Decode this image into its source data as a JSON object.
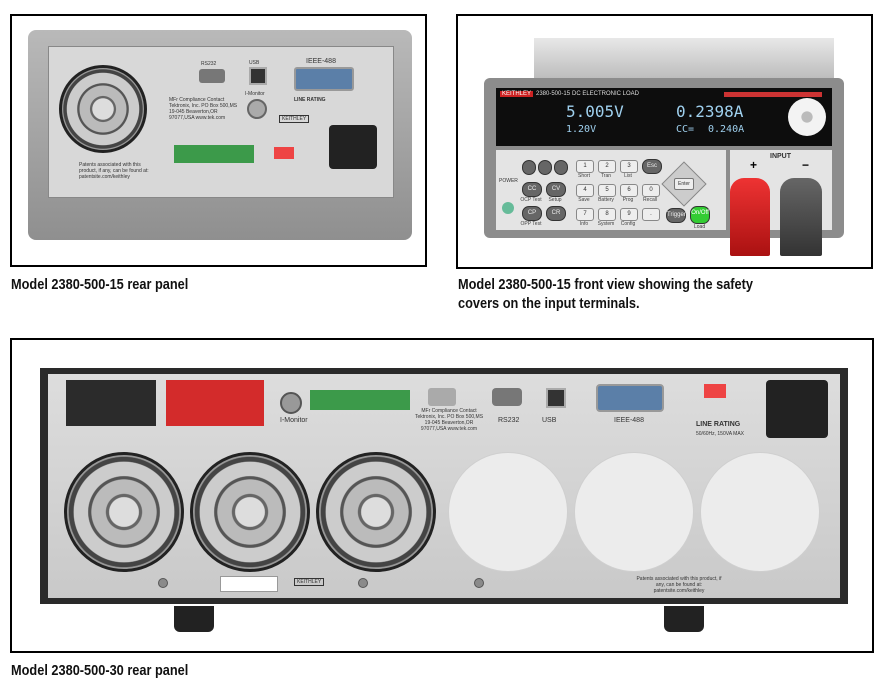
{
  "figures": [
    {
      "caption": "Model 2380-500-15 rear panel"
    },
    {
      "caption": "Model 2380-500-15 front view  showing the safety covers on the input terminals.",
      "caption_lines": [
        "Model 2380-500-15 front view  showing the safety",
        "covers on the input terminals."
      ]
    },
    {
      "caption": "Model 2380-500-30 rear panel"
    }
  ],
  "front_panel": {
    "brand": "KEITHLEY",
    "model": "2380-500-15",
    "title": "DC ELECTRONIC LOAD",
    "display": {
      "voltage": "5.005V",
      "current": "0.2398A",
      "setting_v": "1.20V",
      "mode": "CC=",
      "setting_a": "0.240A"
    },
    "input_label": "INPUT",
    "plus": "+",
    "minus": "−",
    "power_label": "POWER",
    "mode_keys": [
      "CC",
      "CV",
      "CP",
      "CR"
    ],
    "mode_sublabels": [
      "OCP Test",
      "Setup",
      "OPP Test"
    ],
    "num_keys": [
      "1",
      "2",
      "3",
      "4",
      "5",
      "6",
      "7",
      "8",
      "9",
      "0",
      "."
    ],
    "num_sublabels": [
      "Short",
      "Tran",
      "List",
      "Save",
      "Battery",
      "Prog",
      "Info",
      "System",
      "Config",
      "Recall"
    ],
    "esc": "Esc",
    "enter": "Enter",
    "trigger": "Trigger",
    "onoff": "On/Off",
    "load": "Load"
  },
  "rear_small": {
    "rs232": "RS232",
    "usb": "USB",
    "ieee": "IEEE-488",
    "imonitor": "I-Monitor",
    "line_rating": "LINE RATING",
    "brand": "KEITHLEY",
    "compliance": "MFr Compliance Contact Tektronix, Inc. PO Box 500,MS 19-045 Beaverton,OR 97077,USA www.tek.com",
    "patents": "Patents associated with this product, if any, can be found at: patentsite.com/keithley"
  },
  "rear_large": {
    "rs232": "RS232",
    "usb": "USB",
    "ieee": "IEEE-488",
    "imonitor": "I-Monitor",
    "line_rating": "LINE RATING",
    "line_rating_detail": "50/60Hz, 150VA MAX",
    "brand": "KEITHLEY",
    "compliance": "MFr Compliance Contact Tektronix, Inc. PO Box 500,MS 19-045 Beaverton,OR 97077,USA www.tek.com",
    "patents": "Patents associated with this product, if any, can be found at: patentsite.com/keithley"
  }
}
